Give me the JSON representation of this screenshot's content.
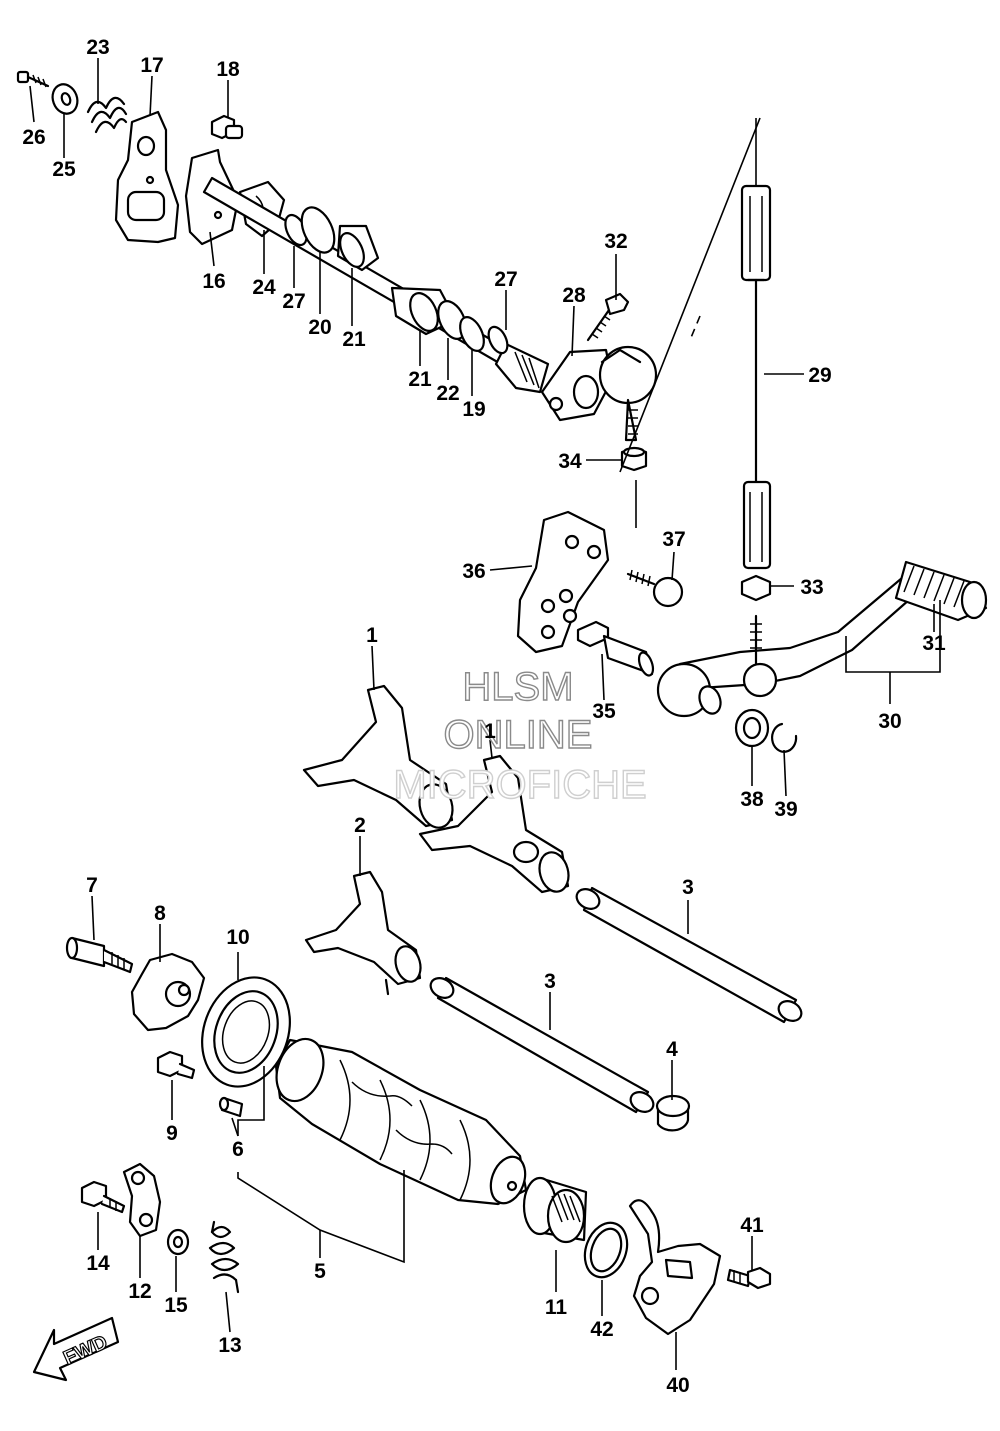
{
  "watermark": {
    "line1": "HLSM",
    "line2": "ONLINE",
    "line3": "MICROFICHE"
  },
  "direction_badge": "FWD",
  "callouts": [
    {
      "id": "c1a",
      "label": "1"
    },
    {
      "id": "c1b",
      "label": "1"
    },
    {
      "id": "c2",
      "label": "2"
    },
    {
      "id": "c3a",
      "label": "3"
    },
    {
      "id": "c3b",
      "label": "3"
    },
    {
      "id": "c4",
      "label": "4"
    },
    {
      "id": "c5",
      "label": "5"
    },
    {
      "id": "c6",
      "label": "6"
    },
    {
      "id": "c7",
      "label": "7"
    },
    {
      "id": "c8",
      "label": "8"
    },
    {
      "id": "c9",
      "label": "9"
    },
    {
      "id": "c10",
      "label": "10"
    },
    {
      "id": "c11",
      "label": "11"
    },
    {
      "id": "c12",
      "label": "12"
    },
    {
      "id": "c13",
      "label": "13"
    },
    {
      "id": "c14",
      "label": "14"
    },
    {
      "id": "c15",
      "label": "15"
    },
    {
      "id": "c16",
      "label": "16"
    },
    {
      "id": "c17",
      "label": "17"
    },
    {
      "id": "c18",
      "label": "18"
    },
    {
      "id": "c19",
      "label": "19"
    },
    {
      "id": "c20",
      "label": "20"
    },
    {
      "id": "c21a",
      "label": "21"
    },
    {
      "id": "c21b",
      "label": "21"
    },
    {
      "id": "c22",
      "label": "22"
    },
    {
      "id": "c23",
      "label": "23"
    },
    {
      "id": "c24",
      "label": "24"
    },
    {
      "id": "c25",
      "label": "25"
    },
    {
      "id": "c26",
      "label": "26"
    },
    {
      "id": "c27a",
      "label": "27"
    },
    {
      "id": "c27b",
      "label": "27"
    },
    {
      "id": "c28",
      "label": "28"
    },
    {
      "id": "c29",
      "label": "29"
    },
    {
      "id": "c30",
      "label": "30"
    },
    {
      "id": "c31",
      "label": "31"
    },
    {
      "id": "c32",
      "label": "32"
    },
    {
      "id": "c33",
      "label": "33"
    },
    {
      "id": "c34",
      "label": "34"
    },
    {
      "id": "c35",
      "label": "35"
    },
    {
      "id": "c36",
      "label": "36"
    },
    {
      "id": "c37",
      "label": "37"
    },
    {
      "id": "c38",
      "label": "38"
    },
    {
      "id": "c39",
      "label": "39"
    },
    {
      "id": "c40",
      "label": "40"
    },
    {
      "id": "c41",
      "label": "41"
    },
    {
      "id": "c42",
      "label": "42"
    }
  ]
}
